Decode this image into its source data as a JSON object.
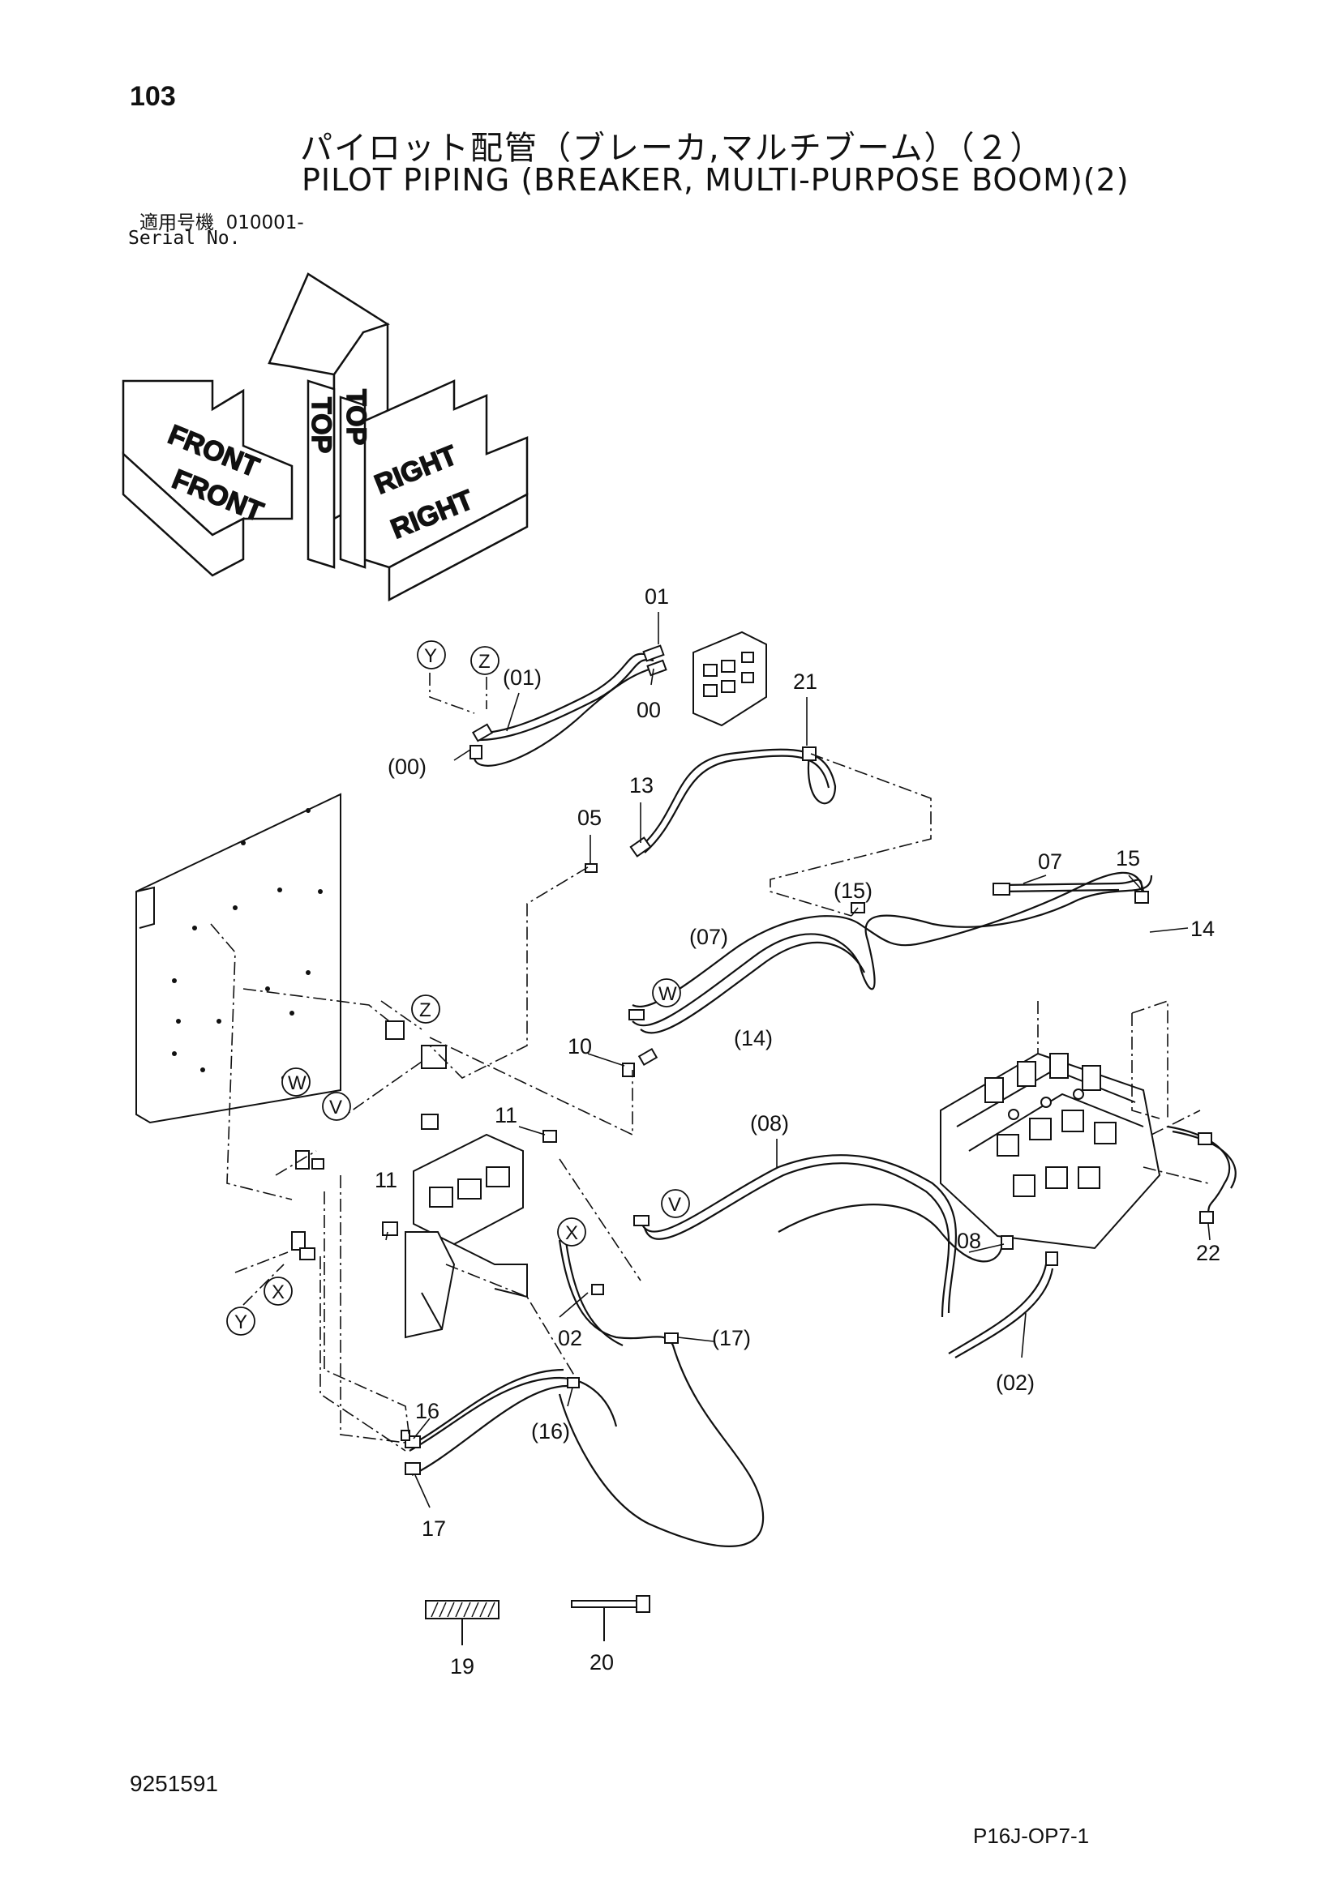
{
  "header": {
    "page_number": "103",
    "title_jp": "パイロット配管（ブレーカ,マルチブーム）（２）",
    "title_en": "PILOT PIPING (BREAKER, MULTI-PURPOSE BOOM)(2)",
    "serial_label_jp": "適用号機",
    "serial_value": "010001-",
    "serial_label_en": "Serial No."
  },
  "orientation": {
    "top": "TOP",
    "front": "FRONT",
    "right": "RIGHT"
  },
  "callouts": {
    "c01": "01",
    "c00": "00",
    "c21": "21",
    "c01p": "(01)",
    "c00p": "(00)",
    "c05": "05",
    "c13": "13",
    "c07": "07",
    "c15": "15",
    "c14": "14",
    "c15p": "(15)",
    "c07p": "(07)",
    "c14p": "(14)",
    "c10": "10",
    "c11a": "11",
    "c11b": "11",
    "c08p": "(08)",
    "c08": "08",
    "c22": "22",
    "c02": "02",
    "c17p": "(17)",
    "c02p": "(02)",
    "c16": "16",
    "c16p": "(16)",
    "c17": "17",
    "c19": "19",
    "c20": "20"
  },
  "connection_markers": {
    "Y": "Y",
    "Z": "Z",
    "W": "W",
    "V": "V",
    "X": "X"
  },
  "footer": {
    "doc_number": "9251591",
    "figure_code": "P16J-OP7-1"
  }
}
